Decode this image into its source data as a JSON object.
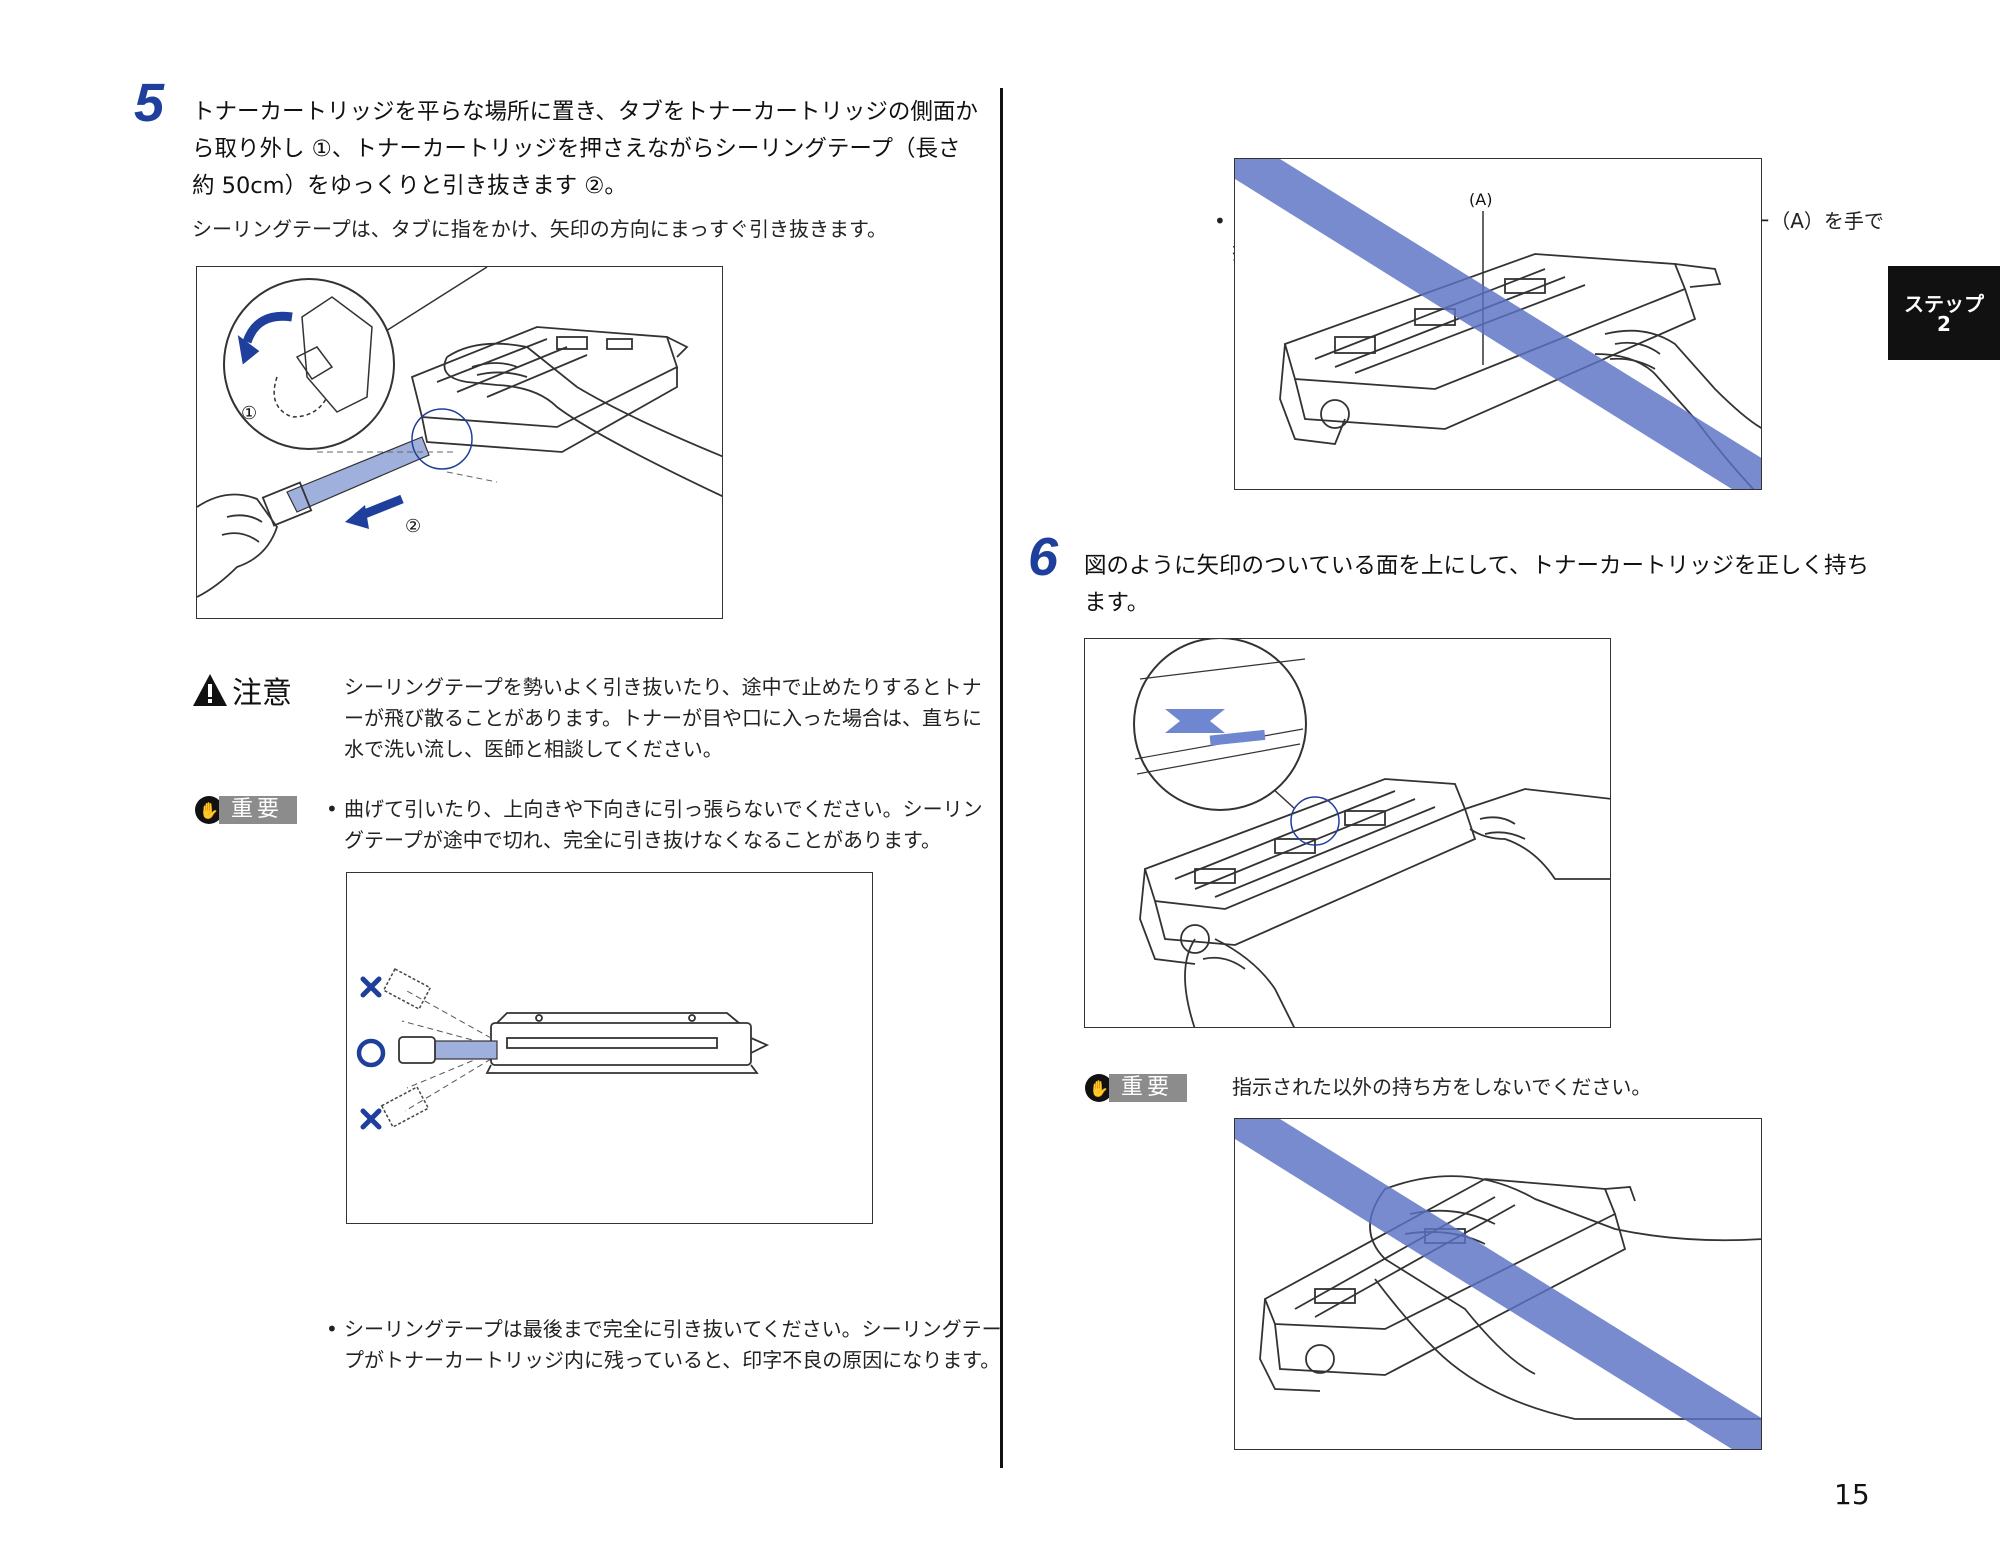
{
  "step5": {
    "number": "5",
    "title": "トナーカートリッジを平らな場所に置き、タブをトナーカートリッジの側面から取り外し ①、トナーカートリッジを押さえながらシーリングテープ（長さ約 50cm）をゆっくりと引き抜きます ②。",
    "description": "シーリングテープは、タブに指をかけ、矢印の方向にまっすぐ引き抜きます。",
    "figure_labels": {
      "callout1": "①",
      "callout2": "②"
    },
    "caution": {
      "label": "注意",
      "text": "シーリングテープを勢いよく引き抜いたり、途中で止めたりするとトナーが飛び散ることがあります。トナーが目や口に入った場合は、直ちに水で洗い流し、医師と相談してください。"
    },
    "important": {
      "label": "重要",
      "bullet1": "曲げて引いたり、上向きや下向きに引っ張らないでください。シーリングテープが途中で切れ、完全に引き抜けなくなることがあります。",
      "bullet2": "シーリングテープは最後まで完全に引き抜いてください。シーリングテープがトナーカートリッジ内に残っていると、印字不良の原因になります。"
    }
  },
  "right_top": {
    "bullet": "シーリングテープを引き抜くときは、ドラム保護シャッター（A）を手で押さえつけないように気を付けて作業を行ってください。",
    "figure_label": "(A)"
  },
  "step6": {
    "number": "6",
    "title": "図のように矢印のついている面を上にして、トナーカートリッジを正しく持ちます。",
    "important": {
      "label": "重要",
      "text": "指示された以外の持ち方をしないでください。"
    }
  },
  "side_tab": {
    "line1": "ステップ",
    "line2": "2"
  },
  "page_number": "15",
  "colors": {
    "accent": "#1f3f9c",
    "prohibit": "#5b72c4"
  }
}
